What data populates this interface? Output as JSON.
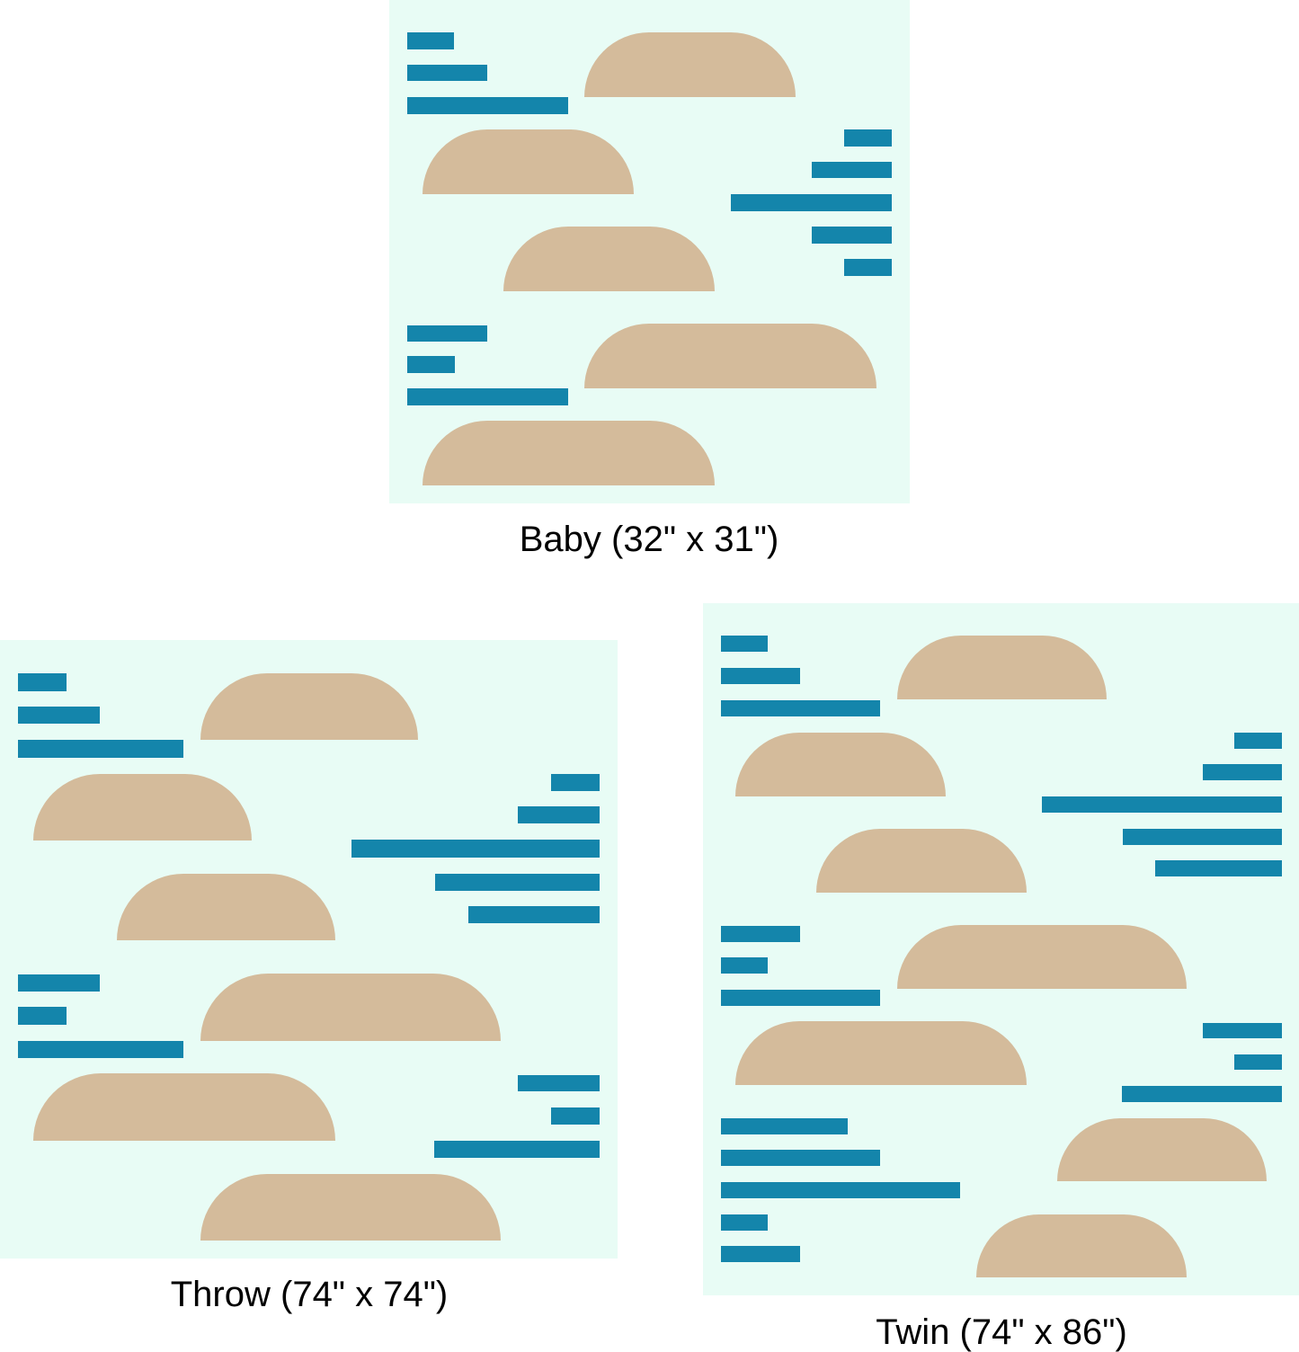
{
  "quilts": [
    {
      "id": "baby",
      "label": "Baby (32\" x 31\")"
    },
    {
      "id": "throw",
      "label": "Throw (74\" x 74\")"
    },
    {
      "id": "twin",
      "label": "Twin (74\" x 86\")"
    }
  ],
  "colors": {
    "background": "#e8fcf5",
    "bar": "#1485ab",
    "dome": "#d4bb9b"
  }
}
